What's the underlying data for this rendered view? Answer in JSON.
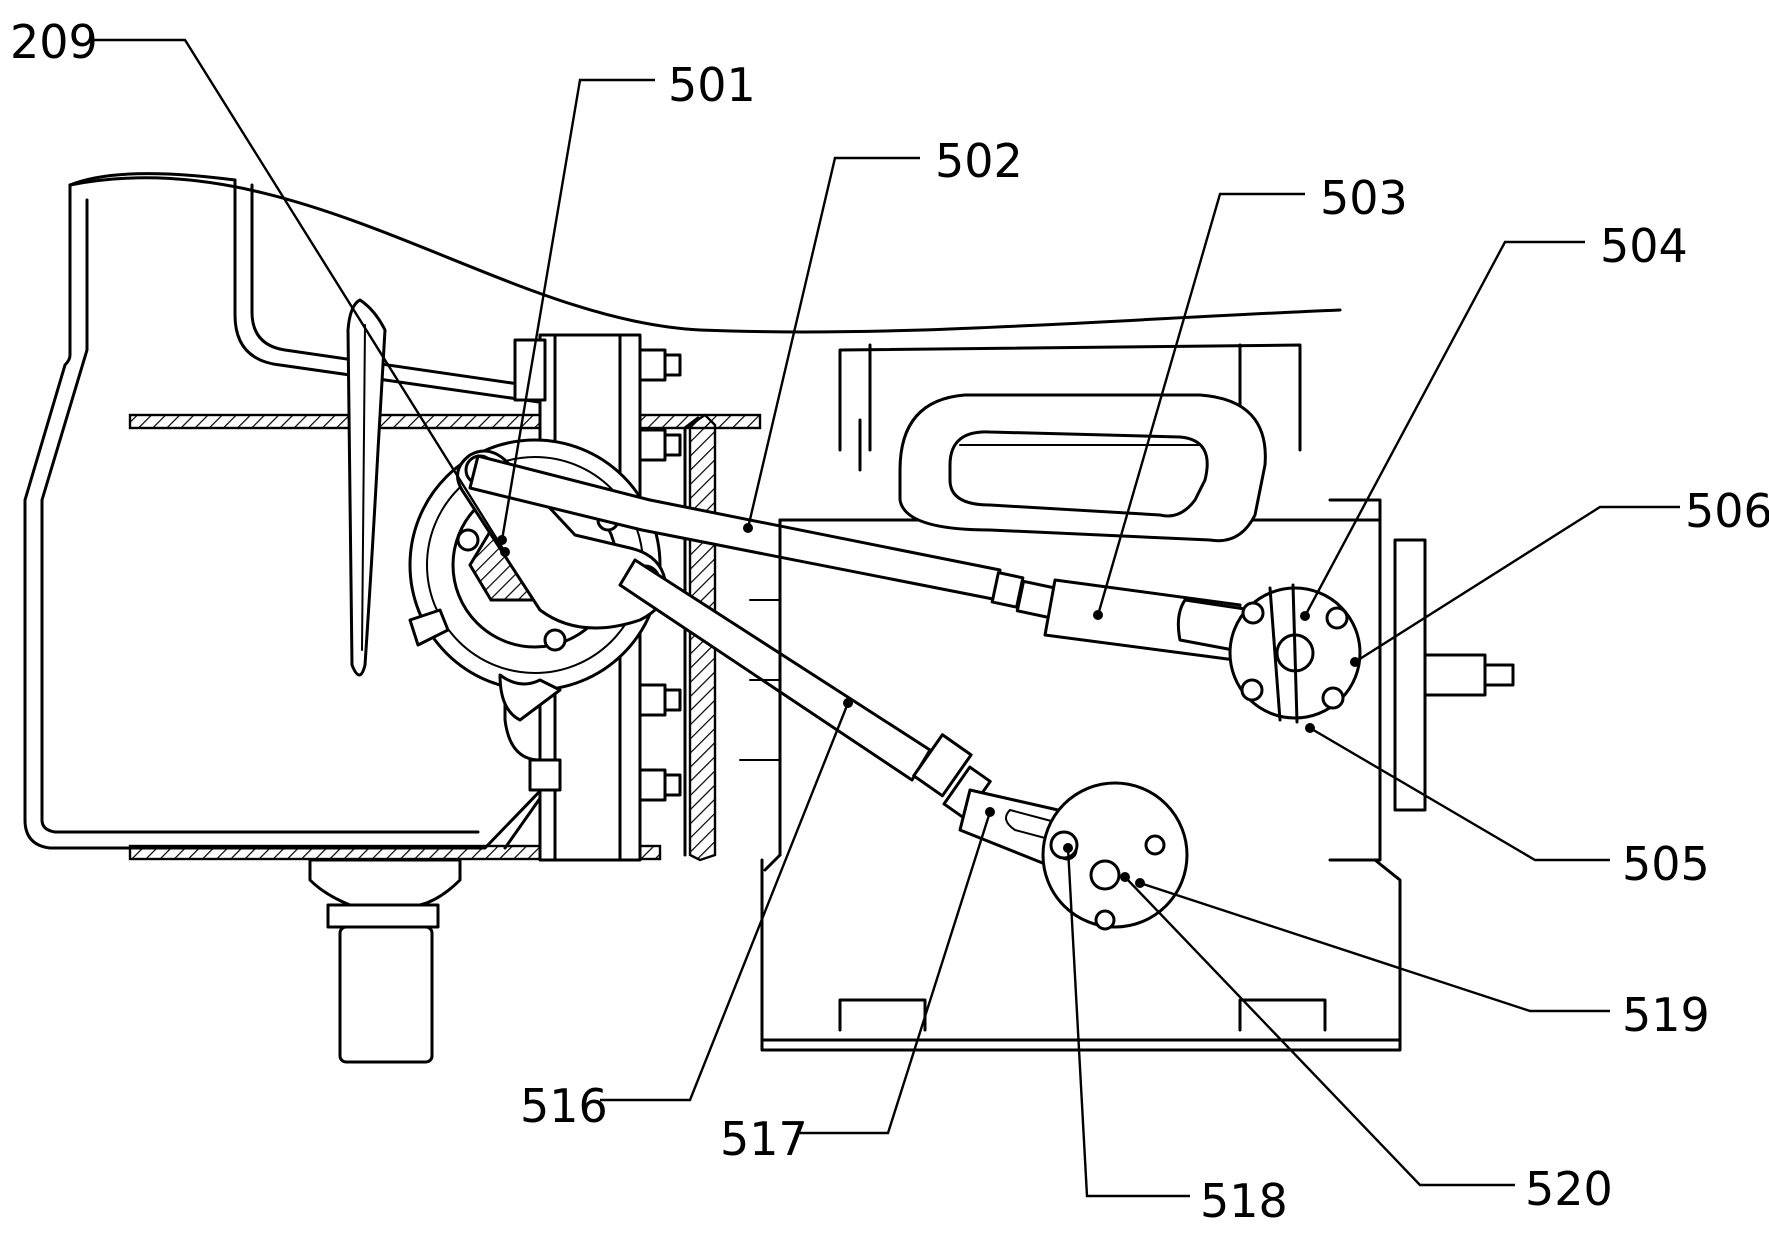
{
  "labels": {
    "l209": "209",
    "l501": "501",
    "l502": "502",
    "l503": "503",
    "l504": "504",
    "l505": "505",
    "l506": "506",
    "l516": "516",
    "l517": "517",
    "l518": "518",
    "l519": "519",
    "l520": "520"
  }
}
